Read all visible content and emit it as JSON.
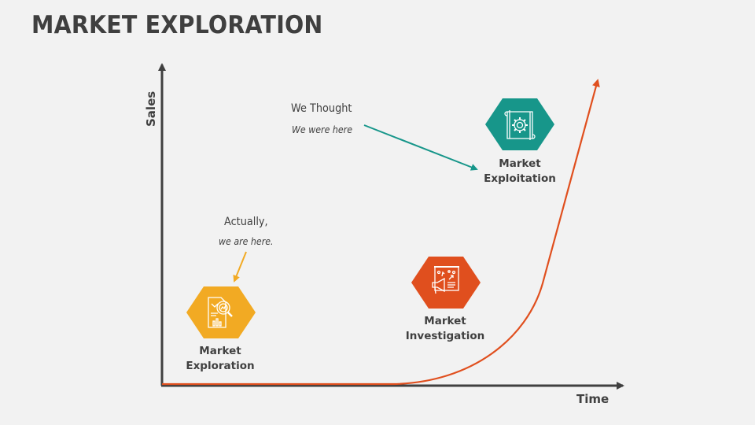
{
  "title": "MARKET EXPLORATION",
  "axes": {
    "y_label": "Sales",
    "x_label": "Time"
  },
  "annotations": {
    "thought": {
      "main": "We Thought",
      "sub": "We were here",
      "color": "#17968a"
    },
    "actual": {
      "main": "Actually,",
      "sub": "we are here.",
      "color": "#f2aa23"
    }
  },
  "stages": [
    {
      "line1": "Market",
      "line2": "Exploration",
      "color": "#f2aa23",
      "icon": "magnifier-report-icon"
    },
    {
      "line1": "Market",
      "line2": "Investigation",
      "color": "#e04f1e",
      "icon": "megaphone-strategy-board-icon"
    },
    {
      "line1": "Market",
      "line2": "Exploitation",
      "color": "#17968a",
      "icon": "gear-blueprint-icon"
    }
  ],
  "curve": {
    "color": "#e04f1e",
    "shape": "exponential growth"
  },
  "colors": {
    "background": "#f2f2f2",
    "axis": "#404040",
    "text": "#404040"
  }
}
